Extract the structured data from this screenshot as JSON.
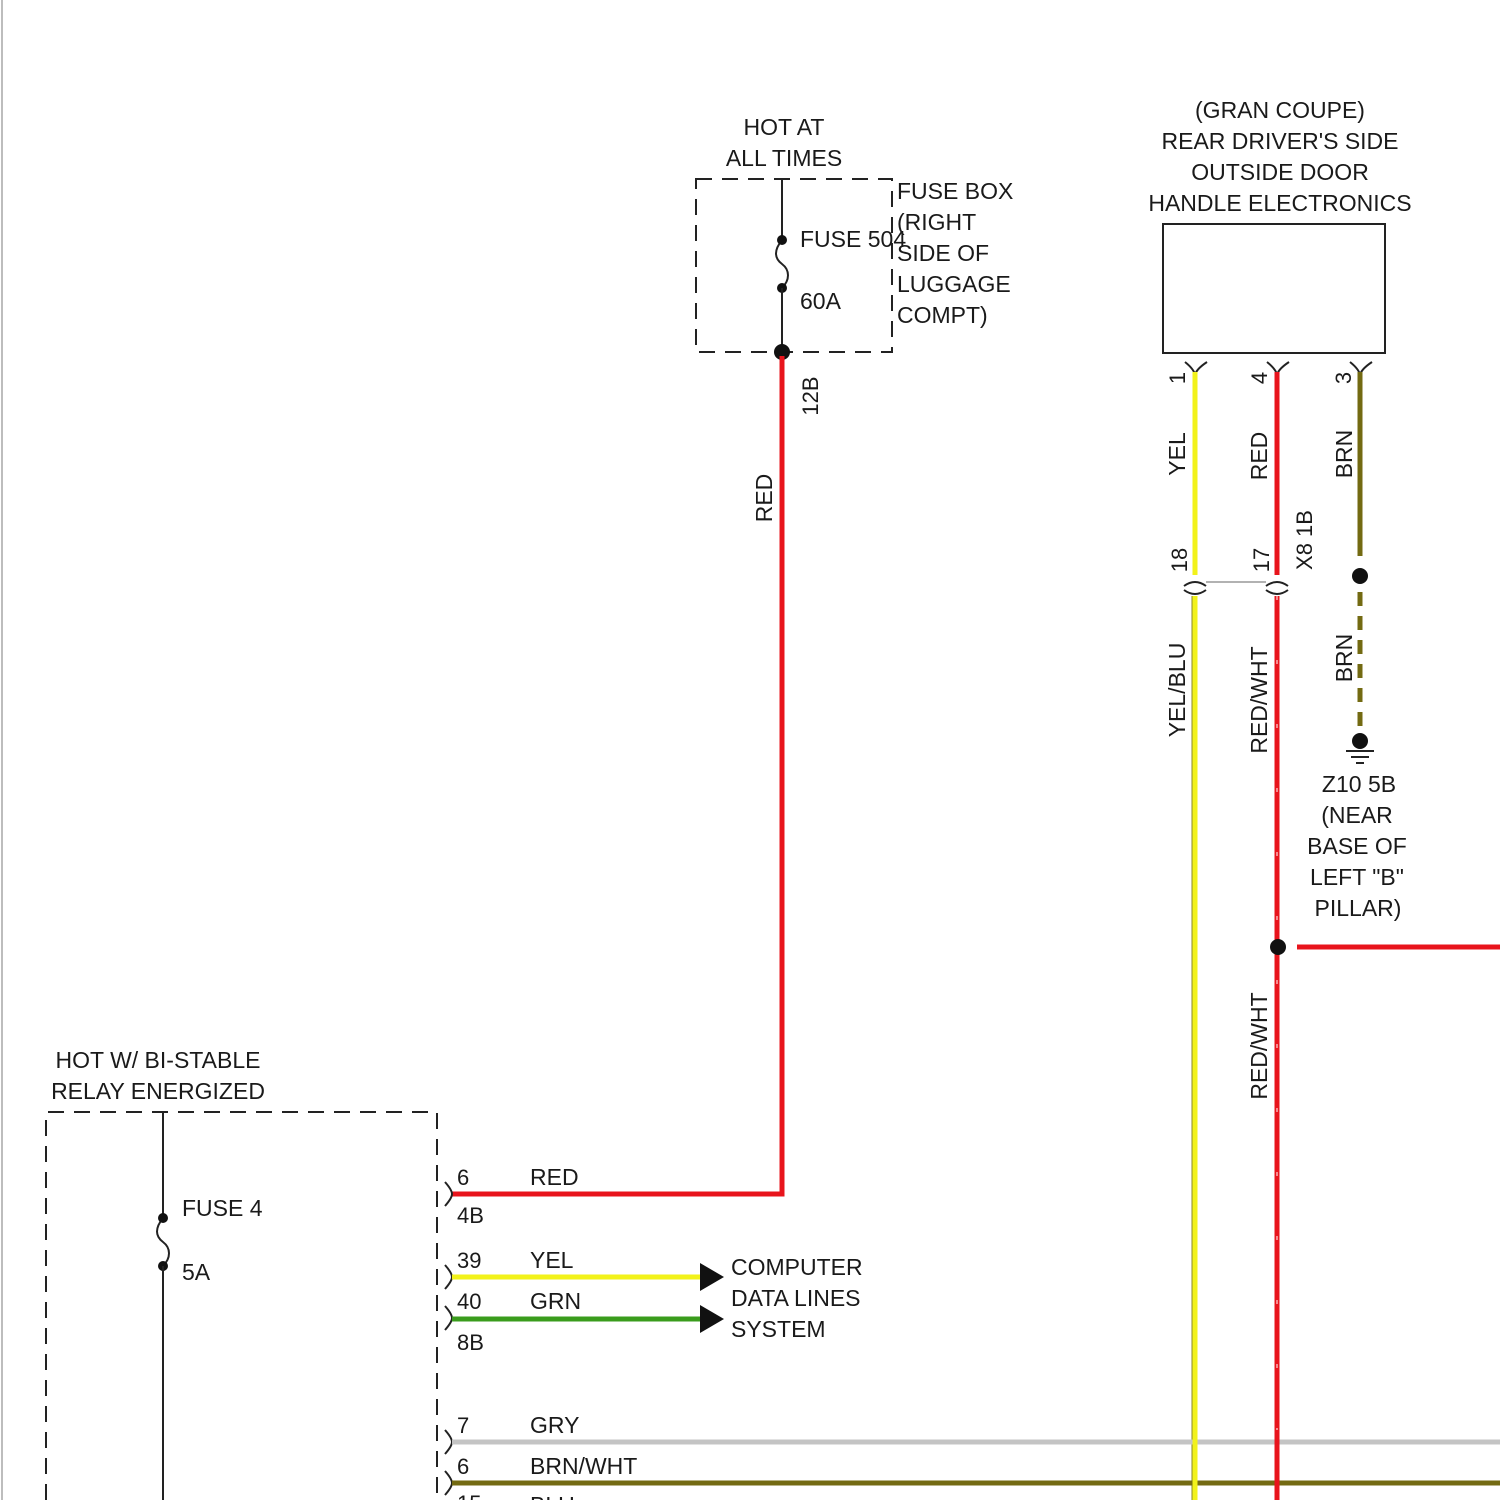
{
  "colors": {
    "red": "#e8141c",
    "yellow": "#f2f21a",
    "green": "#3a9c1c",
    "brown": "#736a12",
    "gray": "#c4c4c4",
    "line": "#222222"
  },
  "fuse_box_top": {
    "header": [
      "HOT AT",
      "ALL TIMES"
    ],
    "fuse_name": "FUSE 504",
    "fuse_rating": "60A",
    "location": [
      "FUSE BOX",
      "(RIGHT",
      "SIDE OF",
      "LUGGAGE",
      "COMPT)"
    ],
    "terminal": "12B",
    "wire_color": "RED"
  },
  "door_handle_module": {
    "title": [
      "(GRAN COUPE)",
      "REAR DRIVER'S SIDE",
      "OUTSIDE DOOR",
      "HANDLE ELECTRONICS"
    ],
    "pins": [
      "1",
      "4",
      "3"
    ],
    "wire_colors": [
      "YEL",
      "RED",
      "BRN"
    ]
  },
  "inline_connector": {
    "name": "X8 1B",
    "pins": [
      "18",
      "17"
    ],
    "wire_colors_below": [
      "YEL/BLU",
      "RED/WHT"
    ]
  },
  "ground": {
    "wire_color": "BRN",
    "label": [
      "Z10 5B",
      "(NEAR",
      "BASE OF",
      "LEFT \"B\"",
      "PILLAR)"
    ]
  },
  "splice": {
    "wire_color": "RED/WHT"
  },
  "relay_box": {
    "header": [
      "HOT W/ BI-STABLE",
      "RELAY ENERGIZED"
    ],
    "fuse_name": "FUSE 4",
    "fuse_rating": "5A",
    "outputs": [
      {
        "pin": "6",
        "connector": "4B",
        "color": "RED"
      },
      {
        "pin": "39",
        "color": "YEL"
      },
      {
        "pin": "40",
        "connector": "8B",
        "color": "GRN"
      },
      {
        "pin": "7",
        "color": "GRY"
      },
      {
        "pin": "6",
        "color": "BRN/WHT"
      }
    ]
  },
  "destination": {
    "label": [
      "COMPUTER",
      "DATA LINES",
      "SYSTEM"
    ]
  }
}
